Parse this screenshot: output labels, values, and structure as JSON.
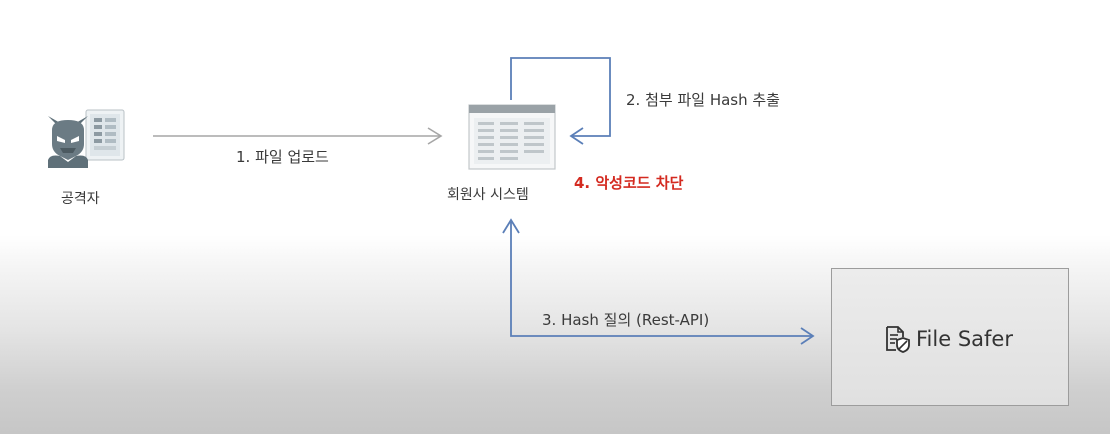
{
  "nodes": {
    "attacker": {
      "label": "공격자"
    },
    "member_system": {
      "label": "회원사 시스템"
    },
    "file_safer": {
      "label": "File Safer"
    }
  },
  "steps": {
    "upload": "1. 파일 업로드",
    "hash_extract": "2. 첨부 파일 Hash 추출",
    "hash_query": "3. Hash 질의 (Rest-API)",
    "block": "4. 악성코드 차단"
  },
  "colors": {
    "gray_arrow": "#a6a6a6",
    "blue_arrow": "#5b7fb8",
    "block_text": "#d42a20"
  },
  "icons": {
    "attacker": "devil-server-icon",
    "system": "web-window-icon",
    "file_safer": "document-shield-icon"
  }
}
